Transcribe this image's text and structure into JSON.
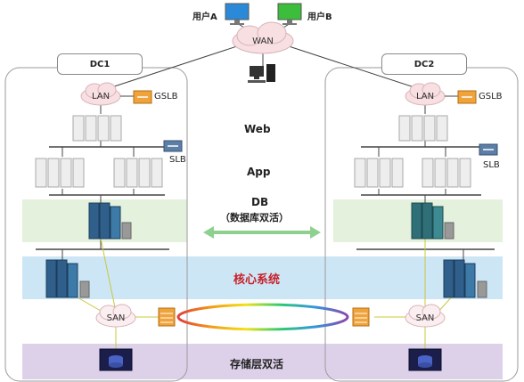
{
  "users": {
    "a": "用户A",
    "b": "用户B"
  },
  "wan": "WAN",
  "dc1": {
    "title": "DC1",
    "lan": "LAN",
    "gslb": "GSLB",
    "slb": "SLB",
    "san": "SAN"
  },
  "dc2": {
    "title": "DC2",
    "lan": "LAN",
    "gslb": "GSLB",
    "slb": "SLB",
    "san": "SAN"
  },
  "tiers": {
    "web": "Web",
    "app": "App",
    "db": "DB",
    "db_note": "（数据库双活）",
    "core": "核心系统",
    "storage": "存储层双活"
  },
  "colors": {
    "db_band": "#e4f1dc",
    "core_band": "#cce6f5",
    "storage_band": "#ddd1ea",
    "core_text": "#c8202a",
    "link": "#c8c83a",
    "sync_arrow": "#8ed08e"
  }
}
